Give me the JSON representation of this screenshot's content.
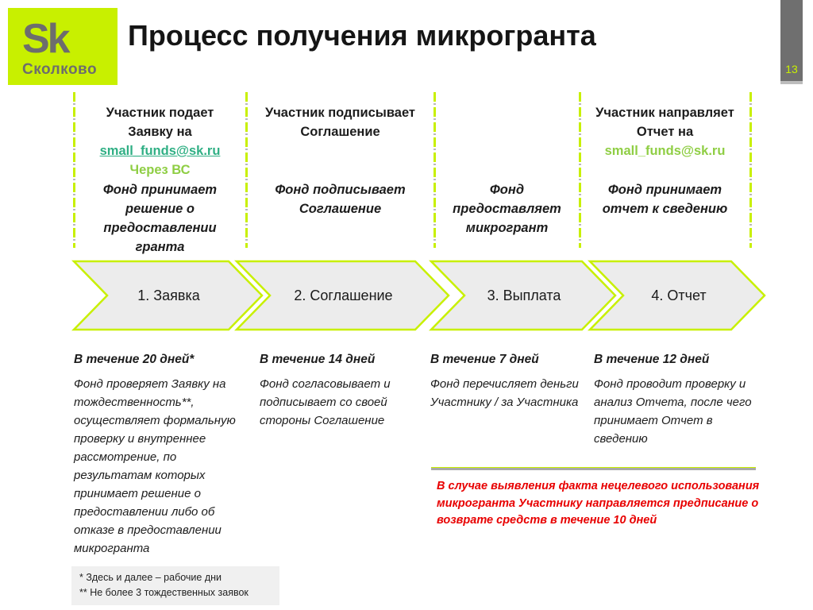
{
  "slide": {
    "title": "Процесс получения микрогранта",
    "page_number": "13",
    "logo": {
      "mark": "Sk",
      "caption": "Сколково"
    }
  },
  "colors": {
    "accent_green": "#c8f000",
    "email_link_teal": "#2faf84",
    "light_green": "#8fce44",
    "warning_red": "#e80000",
    "page_bar_gray": "#6f6f6f",
    "arrow_fill_gray": "#ececec"
  },
  "steps": [
    {
      "arrow_label": "1. Заявка",
      "participant_lines": [
        "Участник подает",
        "Заявку на"
      ],
      "email_link": "small_funds@sk.ru",
      "email_channel": "Через ВС",
      "fund_lines": [
        "Фонд принимает",
        "решение о",
        "предоставлении",
        "гранта"
      ],
      "duration": "В течение 20 дней*",
      "description": "Фонд проверяет Заявку на тождественность**, осуществляет формальную проверку и внутреннее рассмотрение, по результатам которых принимает решение  о предоставлении либо об отказе в предоставлении микрогранта"
    },
    {
      "arrow_label": "2. Соглашение",
      "participant_lines": [
        "Участник подписывает",
        "Соглашение"
      ],
      "fund_lines": [
        "Фонд подписывает",
        "Соглашение"
      ],
      "duration": "В течение 14 дней",
      "description": "Фонд согласовывает и подписывает со своей стороны Соглашение"
    },
    {
      "arrow_label": "3. Выплата",
      "fund_lines": [
        "Фонд",
        "предоставляет",
        "микрогрант"
      ],
      "duration": "В течение 7 дней",
      "description": "Фонд перечисляет деньги Участнику / за Участника"
    },
    {
      "arrow_label": "4. Отчет",
      "participant_lines": [
        "Участник направляет",
        "Отчет на"
      ],
      "email_plain": "small_funds@sk.ru",
      "fund_lines": [
        "Фонд принимает",
        "отчет к сведению"
      ],
      "duration": "В течение 12 дней",
      "description": "Фонд проводит проверку и анализ Отчета, после чего принимает Отчет в сведению"
    }
  ],
  "warning_note": "В случае выявления факта нецелевого использования микрогранта Участнику направляется предписание о возврате средств в течение 10 дней",
  "footnotes": [
    "* Здесь и далее – рабочие дни",
    "** Не более 3 тождественных заявок"
  ]
}
